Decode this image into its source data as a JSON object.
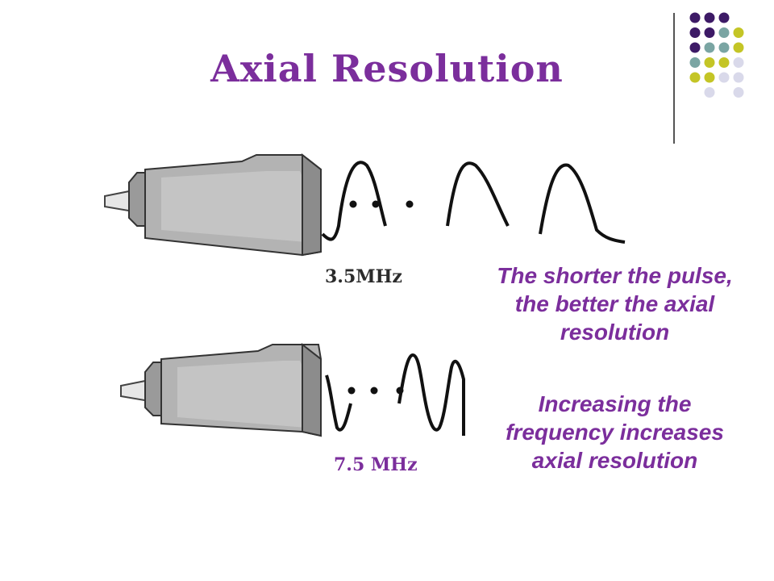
{
  "slide": {
    "title": "Axial Resolution",
    "probe_top_label": "3.5MHz",
    "probe_bottom_label": "7.5 MHz",
    "caption_1": "The shorter the pulse, the better the axial resolution",
    "caption_2": "Increasing the frequency increases axial resolution"
  },
  "colors": {
    "title": "#7b2e9c",
    "caption": "#7b2e9c",
    "label_top": "#2b2b2b",
    "label_bottom": "#7b2e9c",
    "dot_purple": "#3d1a66",
    "dot_teal": "#7aa5a3",
    "dot_olive": "#c4c526",
    "dot_lavender": "#d9d9ea"
  }
}
